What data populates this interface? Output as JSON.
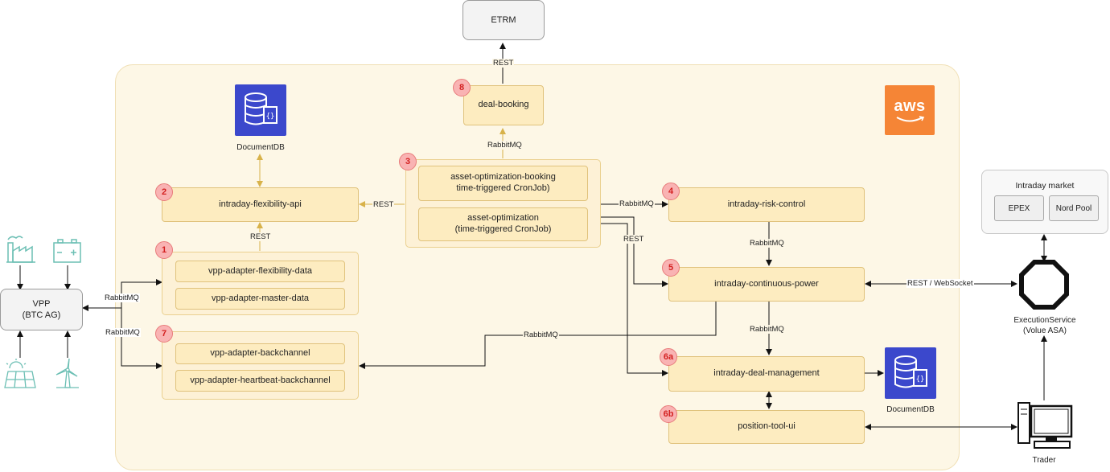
{
  "nodes": {
    "etrm": "ETRM",
    "deal_booking": "deal-booking",
    "asset_opt_booking": "asset-optimization-booking\ntime-triggered CronJob)",
    "asset_opt": "asset-optimization\n(time-triggered CronJob)",
    "flex_api": "intraday-flexibility-api",
    "vpp_flex": "vpp-adapter-flexibility-data",
    "vpp_master": "vpp-adapter-master-data",
    "vpp_backchannel": "vpp-adapter-backchannel",
    "vpp_heartbeat": "vpp-adapter-heartbeat-backchannel",
    "risk_control": "intraday-risk-control",
    "continuous_power": "intraday-continuous-power",
    "deal_management": "intraday-deal-management",
    "position_tool": "position-tool-ui",
    "vpp": "VPP\n(BTC AG)",
    "market_title": "Intraday market",
    "epex": "EPEX",
    "nordpool": "Nord Pool",
    "execution_service": "ExecutionService\n(Volue ASA)",
    "trader": "Trader",
    "documentdb_top": "DocumentDB",
    "documentdb_bottom": "DocumentDB",
    "aws_logo": "aws"
  },
  "badges": [
    "8",
    "3",
    "2",
    "1",
    "7",
    "4",
    "5",
    "6a",
    "6b"
  ],
  "edge_labels": {
    "etrm_rest": "REST",
    "deal_rabbit": "RabbitMQ",
    "flex_rest": "REST",
    "vpp_rest": "REST",
    "risk_rabbit": "RabbitMQ",
    "opt_rest": "REST",
    "risk_cp_rabbit": "RabbitMQ",
    "cp_ws": "REST / WebSocket",
    "cp_dm_rabbit": "RabbitMQ",
    "backchannel_rabbit": "RabbitMQ",
    "vpp_rabbit_1": "RabbitMQ",
    "vpp_rabbit_2": "RabbitMQ"
  },
  "colors": {
    "service_fill": "#fdecc0",
    "aws_region": "#fdf7e6",
    "badge": "#f9b3b3",
    "documentdb": "#3b48cc",
    "aws_orange": "#f58536",
    "energy_icons": "#6cbfb4"
  },
  "icons": [
    "factory-icon",
    "battery-icon",
    "solar-panel-icon",
    "wind-turbine-icon",
    "documentdb-icon",
    "aws-logo",
    "octagon-icon",
    "computer-icon"
  ]
}
